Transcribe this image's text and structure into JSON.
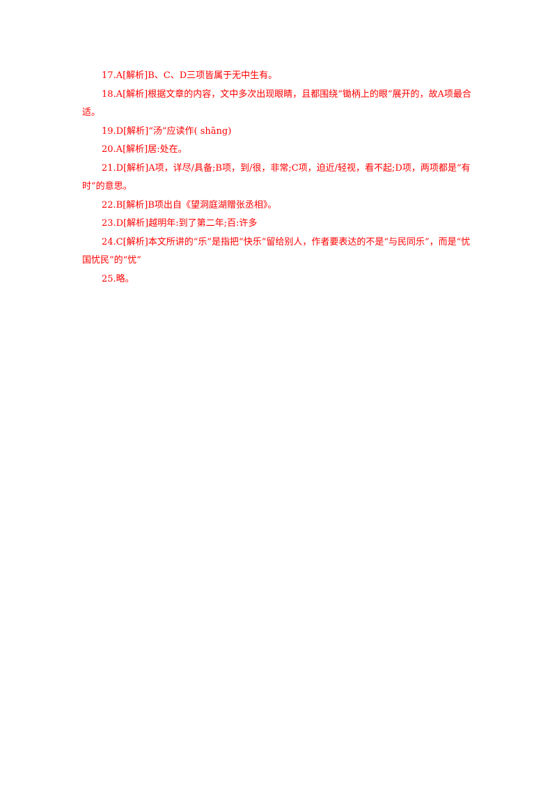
{
  "document": {
    "answers": [
      {
        "text": "17.A[解析]B、C、D三项皆属于无中生有。"
      },
      {
        "text": "18.A[解析]根据文章的内容，文中多次出现眼睛，且都围绕“锄柄上的眼”展开的，故A项最合适。"
      },
      {
        "text": "19.D[解析]“汤”应读作( shāng)"
      },
      {
        "text": "20.A[解析]居:处在。"
      },
      {
        "text": "21.D[解析]A项，详尽/具备;B项，到/很，非常;C项，迫近/轻视，看不起;D项，两项都是“有时”的意思。"
      },
      {
        "text": "22.B[解析]B项出自《望洞庭湖赠张丞相》。"
      },
      {
        "text": "23.D[解析]越明年:到了第二年;百:许多"
      },
      {
        "text": "24.C[解析]本文所讲的“乐”是指把“快乐”留给别人，作者要表达的不是“与民同乐”，而是“忧国忧民”的“忧”"
      },
      {
        "text": "25.略。"
      }
    ],
    "text_color": "#ff0000"
  }
}
